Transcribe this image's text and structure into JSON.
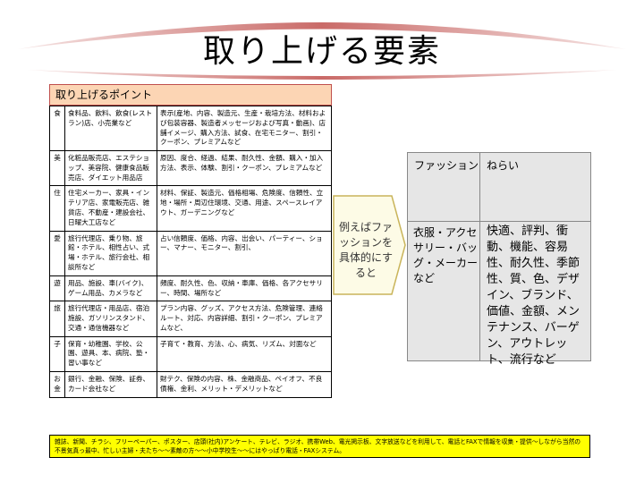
{
  "slide": {
    "title": "取り上げる要素",
    "points_header": "取り上げるポイント",
    "rows": [
      {
        "category": "食",
        "examples": "食料品、飲料、飲食(レストラン)店、小売業など",
        "points": "表示(産地、内容、製造元、生産・栽培方法、材料および包装容器、製造者メッセージおよび写真・動画)、店舗イメージ、購入方法、試食、在宅モニター、割引・クーポン、プレミアムなど"
      },
      {
        "category": "美",
        "examples": "化粧品販売店、エステショップ、美容院、健康食品販売店、ダイエット用品店",
        "points": "原因、度合、経過、結果、耐久性、金額、購入・加入方法、表示、体験、割引・クーポン、プレミアムなど"
      },
      {
        "category": "住",
        "examples": "住宅メーカー、家具・インテリア店、家電販売店、雑貨店、不動産・建設会社、日曜大工店など",
        "points": "材料、保証、製造元、価格相場、危険度、信頼性、立地・場所・周辺住環境、交通、用途、スペースレイアウト、ガーデニングなど"
      },
      {
        "category": "愛",
        "examples": "旅行代理店、乗り物、旅館・ホテル、相性占い、式場・ホテル、旅行会社、相談所など",
        "points": "占い信頼度、価格、内容、出会い、パーティー、ショー、マナー、モニター、割引、"
      },
      {
        "category": "遊",
        "examples": "用品、施設、車(バイク)、ゲーム用品、カメラなど",
        "points": "頻度、耐久性、色、収納・車庫、価格、各アクセサリー、時間、場所など"
      },
      {
        "category": "旅",
        "examples": "旅行代理店・用品店、宿泊施設、ガソリンスタンド、交通・通信機器など",
        "points": "プラン内容、グッズ、アクセス方法、危険管理、連絡ルート、対応、内容詳細、割引・クーポン、プレミアムなど、"
      },
      {
        "category": "子",
        "examples": "保育・幼稚園、学校、公園、遊具、本、病院、塾・習い事など",
        "points": "子育て・教育、方法、心、病気、リズム、対面など"
      },
      {
        "category": "お金",
        "examples": "銀行、金融、保険、証券、カード会社など",
        "points": "財テク、保険の内容、株、金融商品、ペイオフ、不良債権、金利、メリット・デメリットなど"
      }
    ],
    "arrow_text": "例えばファッションを具体的にすると",
    "fashion": {
      "header_left": "ファッション",
      "header_right": "ねらい",
      "body_left": "衣服・アクセサリー・バッグ・メーカーなど",
      "body_right": "快適、評判、衝動、機能、容易性、耐久性、季節性、質、色、デザイン、ブランド、価値、金額、メンテナンス、バーゲン、アウトレット、流行など"
    },
    "footer": "雑誌、新聞、チラシ、フリーペーパー、ポスター、店頭(社内)アンケート、テレビ、ラジオ、携帯Web、電光掲示板、文字放送などを利用して、電話とFAXで情報を収集・提供～しながら当然の不景気真っ最中、忙しい主婦・夫たち～～素敵の方～～小中学校生～～にはやっぱり電話・FAXシステム。"
  },
  "colors": {
    "header_fill": "#fcd5b4",
    "header_border": "#c0504d",
    "swoosh": "#c0504d",
    "grid_fill": "#e6e6e6",
    "footer_fill": "#ffff00"
  }
}
